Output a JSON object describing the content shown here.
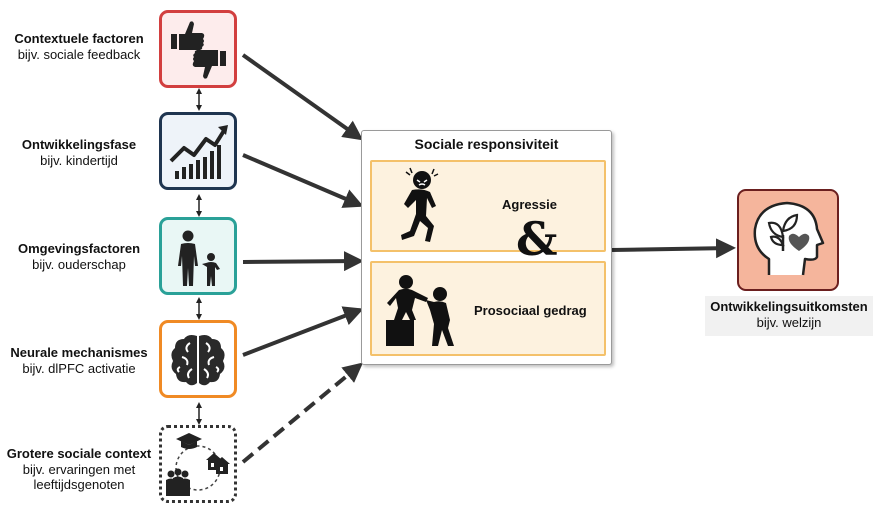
{
  "factors": [
    {
      "title": "Contextuele factoren",
      "example": "bijv. sociale feedback",
      "icon": "thumbs-up-down-icon",
      "border": "#d23f3f",
      "fill": "#fdecec"
    },
    {
      "title": "Ontwikkelingsfase",
      "example": "bijv. kindertijd",
      "icon": "growth-chart-icon",
      "border": "#1f3550",
      "fill": "#eef3f9"
    },
    {
      "title": "Omgevingsfactoren",
      "example": "bijv. ouderschap",
      "icon": "parent-child-icon",
      "border": "#2aa198",
      "fill": "#e9f7f5"
    },
    {
      "title": "Neurale mechanismes",
      "example": "bijv. dlPFC activatie",
      "icon": "brain-icon",
      "border": "#f08a24",
      "fill": "#ffffff"
    },
    {
      "title": "Grotere sociale context",
      "example": "bijv. ervaringen met leeftijdsgenoten",
      "icon": "social-context-icon",
      "border": "#333333",
      "fill": "#ffffff"
    }
  ],
  "responsiveness": {
    "title": "Sociale responsiviteit",
    "behaviors": [
      {
        "label": "Agressie",
        "icon": "aggression-figure-icon"
      },
      {
        "label": "Prosociaal gedrag",
        "icon": "helping-hand-icon"
      }
    ],
    "connector": "&"
  },
  "outcome": {
    "title": "Ontwikkelingsuitkomsten",
    "example": "bijv. welzijn",
    "icon": "wellbeing-head-icon",
    "border": "#6b1f1f",
    "fill": "#f5b59c"
  },
  "colors": {
    "arrow": "#333333",
    "panel_border": "#9a9a9a",
    "inner_border": "#f4c16a",
    "inner_fill": "#fdf2df"
  }
}
